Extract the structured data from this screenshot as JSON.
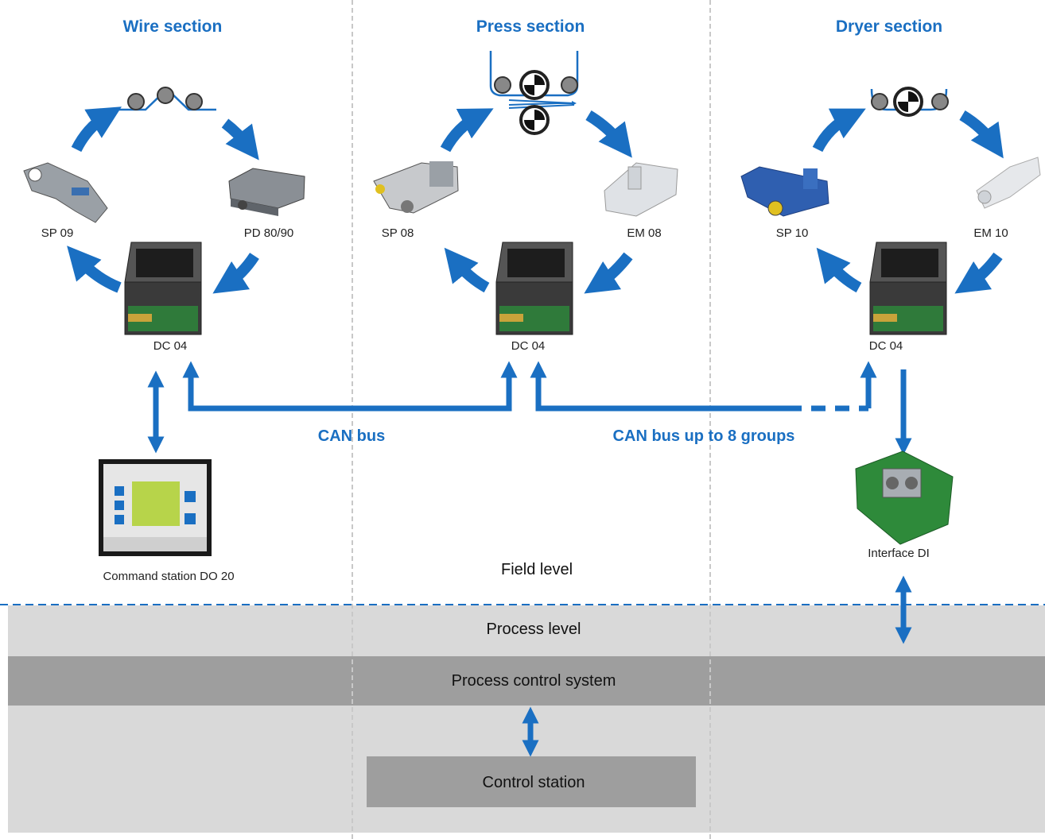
{
  "sections": [
    {
      "title": "Wire section",
      "devices": [
        "SP 09",
        "PD 80/90",
        "DC 04"
      ]
    },
    {
      "title": "Press section",
      "devices": [
        "SP 08",
        "EM 08",
        "DC 04"
      ]
    },
    {
      "title": "Dryer section",
      "devices": [
        "SP 10",
        "EM 10",
        "DC 04"
      ]
    }
  ],
  "bus": {
    "can_label": "CAN bus",
    "can_groups_label": "CAN bus up to 8 groups"
  },
  "peripherals": {
    "command_station": "Command station DO 20",
    "interface": "Interface DI"
  },
  "levels": {
    "field": "Field level",
    "process": "Process level",
    "process_control": "Process control system",
    "control_station": "Control station"
  },
  "colors": {
    "accent": "#1a6fc2",
    "process_band": "#d9d9d9",
    "control_band": "#9e9e9e"
  }
}
